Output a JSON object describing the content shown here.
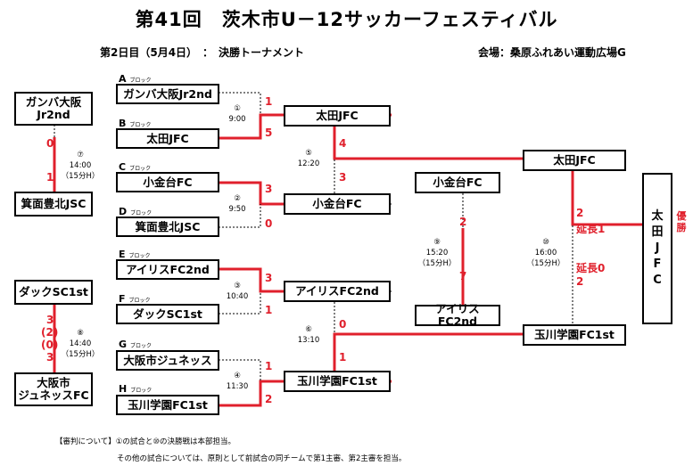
{
  "header": {
    "title": "第41回　茨木市U－12サッカーフェスティバル",
    "subtitle": "第2日目（5月4日）　：　決勝トーナメント",
    "venue": "会場：桑原ふれあい運動広場G"
  },
  "block_suffix": "ブロック",
  "teams": {
    "A": "ガンバ大阪Jr2nd",
    "B": "太田JFC",
    "C": "小金台FC",
    "D": "箕面豊北JSC",
    "E": "アイリスFC2nd",
    "F": "ダックSC1st",
    "G": "大阪市ジュネッス",
    "H": "玉川学園FC1st",
    "left1": "ガンバ大阪\nJr2nd",
    "left2": "箕面豊北JSC",
    "left3": "ダックSC1st",
    "left4": "大阪市\nジュネッスFC",
    "r2_1": "太田JFC",
    "r2_2": "小金台FC",
    "r2_3": "アイリスFC2nd",
    "r2_4": "玉川学園FC1st",
    "sf_1": "小金台FC",
    "sf_2": "アイリスFC2nd",
    "f_1": "太田JFC",
    "f_2": "玉川学園FC1st",
    "champion": [
      "太",
      "田",
      "J",
      "F",
      "C"
    ]
  },
  "blocks": [
    "A",
    "B",
    "C",
    "D",
    "E",
    "F",
    "G",
    "H"
  ],
  "matches": {
    "m1": {
      "no": "①",
      "time": "9:00"
    },
    "m2": {
      "no": "②",
      "time": "9:50"
    },
    "m3": {
      "no": "③",
      "time": "10:40"
    },
    "m4": {
      "no": "④",
      "time": "11:30"
    },
    "m5": {
      "no": "⑤",
      "time": "12:20"
    },
    "m6": {
      "no": "⑥",
      "time": "13:10"
    },
    "m7": {
      "no": "⑦",
      "time": "14:00",
      "len": "（15分H）"
    },
    "m8": {
      "no": "⑧",
      "time": "14:40",
      "len": "（15分H）"
    },
    "m9": {
      "no": "⑨",
      "time": "15:20",
      "len": "（15分H）"
    },
    "m10": {
      "no": "⑩",
      "time": "16:00",
      "len": "（15分H）"
    }
  },
  "scores": {
    "m1_top": "1",
    "m1_bot": "5",
    "m2_top": "3",
    "m2_bot": "0",
    "m3_top": "3",
    "m3_bot": "1",
    "m4_top": "1",
    "m4_bot": "2",
    "m5_top": "4",
    "m5_bot": "3",
    "m6_top": "0",
    "m6_bot": "1",
    "m7_top": "0",
    "m7_bot": "1",
    "m8_top": "3",
    "m8_pk1": "(2)",
    "m8_pk2": "(0)",
    "m8_bot": "3",
    "m9_top": "2",
    "m9_bot": "7",
    "m10_top": "2",
    "m10_top_et": "延長1",
    "m10_bot_et": "延長0",
    "m10_bot": "2"
  },
  "yusho": [
    "優",
    "勝"
  ],
  "notes": {
    "line1": "【審判について】①の試合と⑩の決勝戦は本部担当。",
    "line2": "その他の試合については、原則として前試合の同チームで第1主審、第2主審を担当。"
  },
  "colors": {
    "win_line": "#e0202c",
    "line": "#000000"
  }
}
